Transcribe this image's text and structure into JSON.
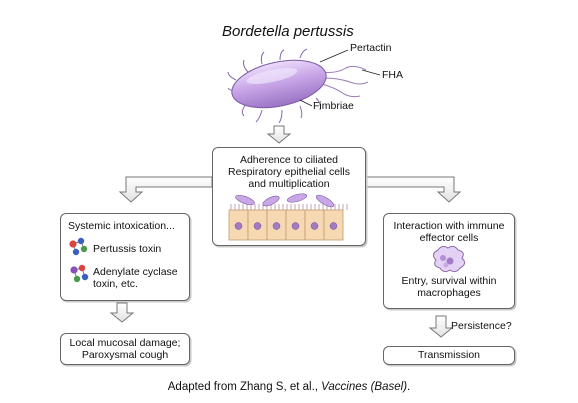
{
  "title": "Bordetella pertussis",
  "bacterium_labels": {
    "pertactin": "Pertactin",
    "fha": "FHA",
    "fimbriae": "Fimbriae"
  },
  "adherence_box": {
    "line1": "Adherence to ciliated",
    "line2": "Respiratory epithelial cells",
    "line3": "and multiplication"
  },
  "intoxication_box": {
    "heading": "Systemic intoxication...",
    "item1": "Pertussis toxin",
    "item2_line1": "Adenylate cyclase",
    "item2_line2": "toxin, etc."
  },
  "immune_box": {
    "line1": "Interaction with immune",
    "line2": "effector cells",
    "line3": "Entry, survival within",
    "line4": "macrophages"
  },
  "damage_box": {
    "line1": "Local mucosal damage;",
    "line2": "Paroxysmal cough"
  },
  "persistence_label": "Persistence?",
  "transmission_box": {
    "label": "Transmission"
  },
  "caption": {
    "prefix": "Adapted from Zhang S, et al., ",
    "journal": "Vaccines (Basel)",
    "suffix": "."
  },
  "colors": {
    "bacterium": "#c9a6e8",
    "cell": "#f6d9b3",
    "nucleus": "#a27bc4",
    "toxin_red": "#d9443c",
    "toxin_blue": "#3b5fbf",
    "toxin_green": "#4a9a4a",
    "toxin_purple": "#8a4fb8"
  }
}
